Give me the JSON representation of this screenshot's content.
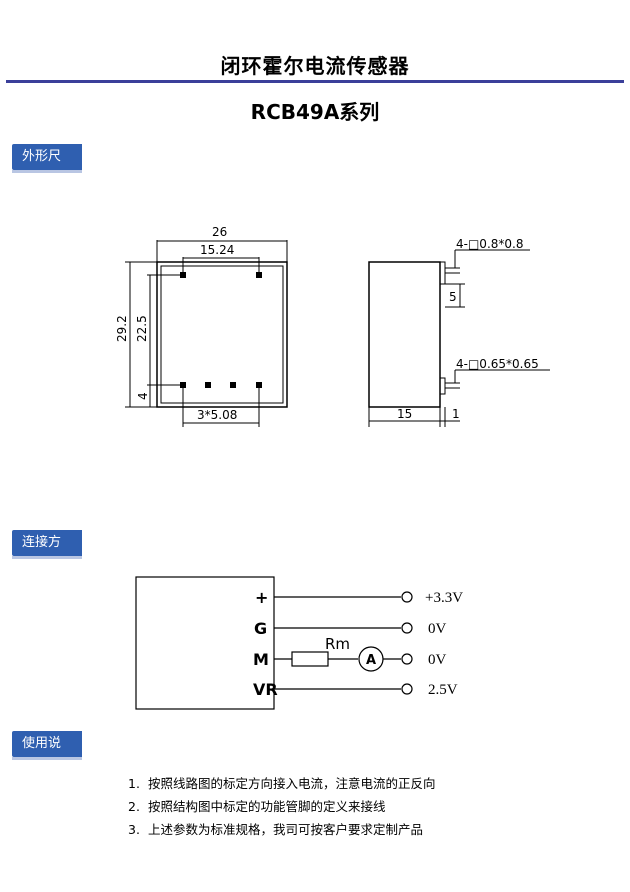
{
  "header": {
    "title": "闭环霍尔电流传感器",
    "model": "RCB49A系列"
  },
  "sections": {
    "dimensions": "外形尺寸",
    "wiring": "连接方式",
    "usage": "使用说明"
  },
  "dimensions": {
    "width": "26",
    "pin_span": "15.24",
    "height": "29.2",
    "inner_height": "22.5",
    "bottom_offset": "4",
    "pitch": "3*5.08",
    "depth": "15",
    "pin_thickness": "1",
    "pin_label_top": "4-□0.8*0.8",
    "pin_label_bottom": "4-□0.65*0.65",
    "pin_spacing": "5"
  },
  "wiring": {
    "pins": [
      "+",
      "G",
      "M",
      "VR"
    ],
    "resistor": "Rm",
    "meter": "A",
    "outputs": [
      "+3.3V",
      "0V",
      "0V",
      "2.5V"
    ]
  },
  "notes": [
    {
      "num": "1.",
      "text": "按照线路图的标定方向接入电流，注意电流的正反向"
    },
    {
      "num": "2.",
      "text": "按照结构图中标定的功能管脚的定义来接线"
    },
    {
      "num": "3.",
      "text": "上述参数为标准规格，我司可按客户要求定制产品"
    }
  ]
}
